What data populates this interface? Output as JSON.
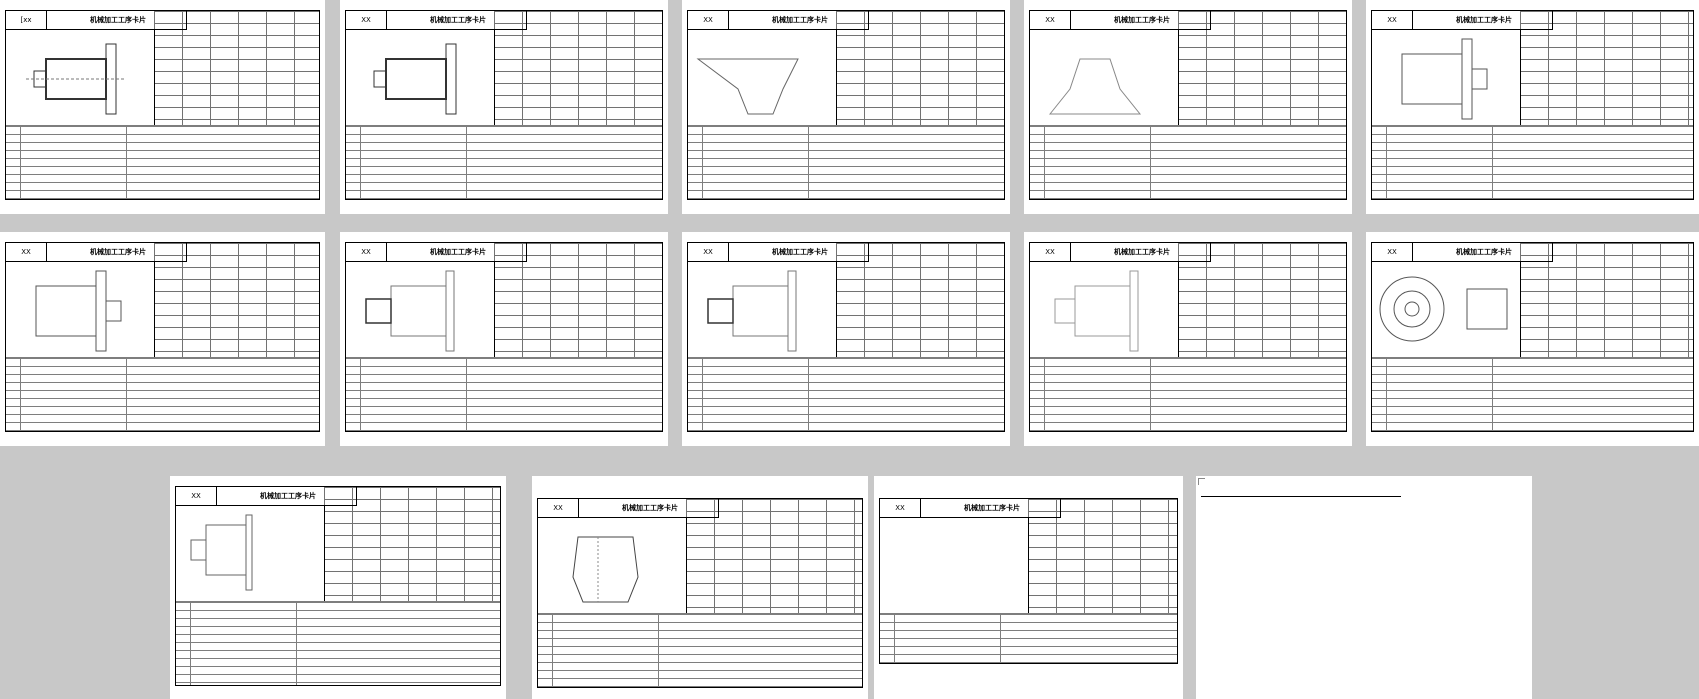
{
  "pages": [
    {
      "xx": "[xx",
      "title": "机械加工工序卡片"
    },
    {
      "xx": "XX",
      "title": "机械加工工序卡片"
    },
    {
      "xx": "XX",
      "title": "机械加工工序卡片"
    },
    {
      "xx": "XX",
      "title": "机械加工工序卡片"
    },
    {
      "xx": "XX",
      "title": "机械加工工序卡片"
    },
    {
      "xx": "XX",
      "title": "机械加工工序卡片"
    },
    {
      "xx": "XX",
      "title": "机械加工工序卡片"
    },
    {
      "xx": "XX",
      "title": "机械加工工序卡片"
    },
    {
      "xx": "XX",
      "title": "机械加工工序卡片"
    },
    {
      "xx": "XX",
      "title": "机械加工工序卡片"
    },
    {
      "xx": "XX",
      "title": "机械加工工序卡片"
    },
    {
      "xx": "XX",
      "title": "机械加工工序卡片"
    },
    {
      "xx": "XX",
      "title": "机械加工工序卡片"
    },
    {
      "xx": "",
      "title": ""
    }
  ]
}
